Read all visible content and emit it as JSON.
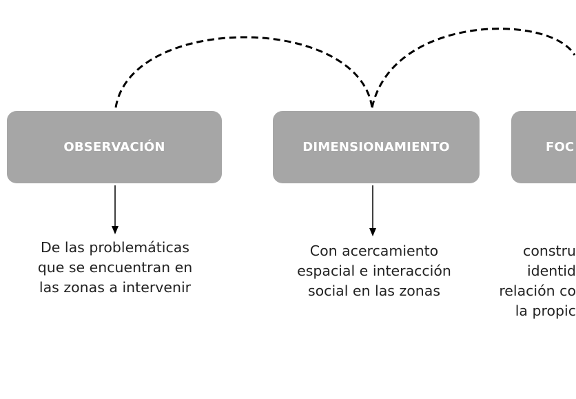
{
  "steps": [
    {
      "title": "OBSERVACIÓN",
      "lines": [
        "De las problemáticas",
        "que se encuentran en",
        "las zonas a intervenir"
      ]
    },
    {
      "title": "DIMENSIONAMIENTO",
      "lines": [
        "Con acercamiento",
        "espacial e interacción",
        "social en las zonas"
      ]
    },
    {
      "title": "FOC",
      "lines": [
        "constru",
        "identid",
        "relación co",
        "la propic"
      ]
    }
  ],
  "colors": {
    "box": "#a6a6a6",
    "box_text": "#ffffff",
    "line": "#000000"
  }
}
